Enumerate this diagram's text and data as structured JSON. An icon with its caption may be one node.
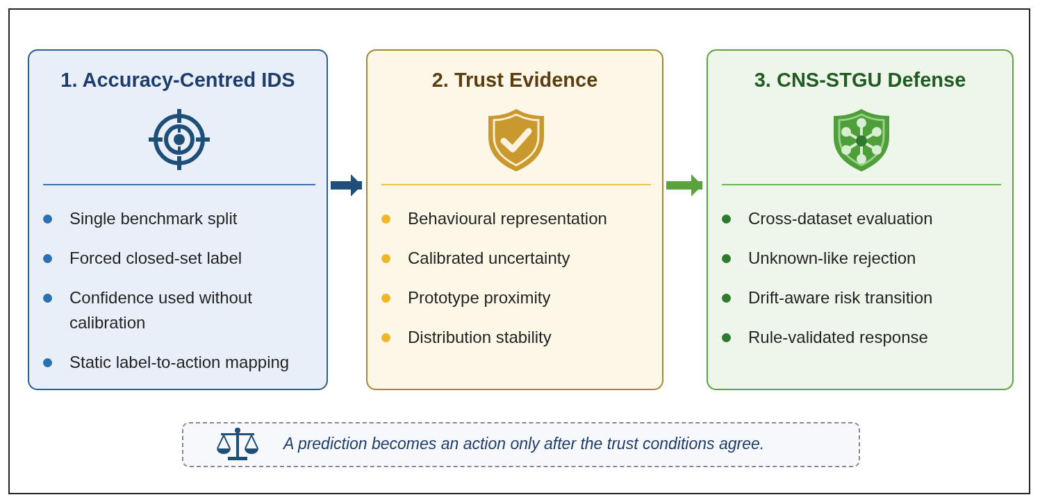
{
  "diagram": {
    "nodes": [
      {
        "text": [
          "1. Accuracy-Centred IDS",
          "Single benchmark split",
          "Forced closed-set label",
          "Confidence used without calibration",
          "Static label-to-action mapping"
        ]
      },
      {
        "text": [
          "2. Trust Evidence",
          "Behavioural representation",
          "Calibrated uncertainty",
          "Prototype proximity",
          "Distribution stability"
        ]
      },
      {
        "text": [
          "3. CNS-STGU Defense",
          "Cross-dataset evaluation",
          "Unknown-like rejection",
          "Drift-aware risk transition",
          "Rule-validated response"
        ]
      },
      {
        "text": [
          "A prediction becomes an action only after the trust conditions agree."
        ]
      }
    ],
    "edges": [
      {
        "from": 0,
        "to": 1,
        "arrow": "to",
        "color": "#1f4e79"
      },
      {
        "from": 1,
        "to": 2,
        "arrow": "to",
        "color": "#5aa23c"
      }
    ]
  }
}
